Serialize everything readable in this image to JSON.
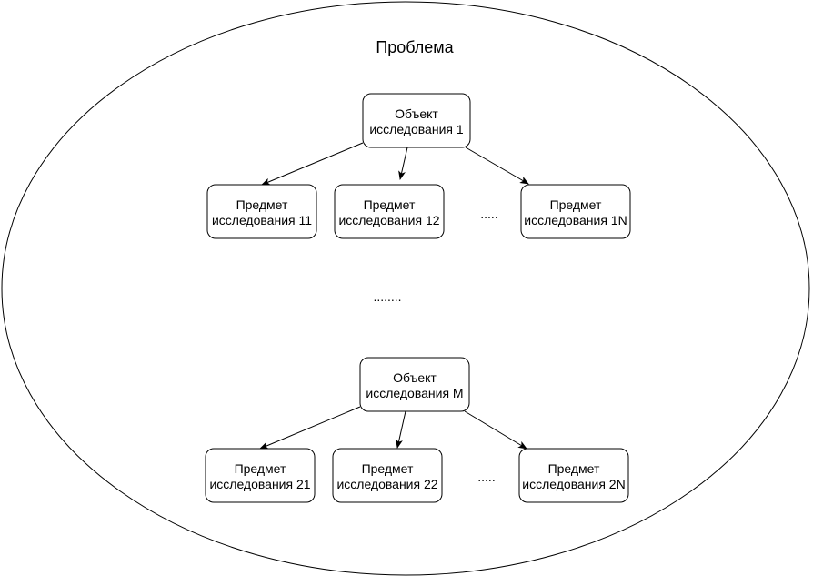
{
  "diagram": {
    "title": "Проблема",
    "objects": [
      {
        "lines": [
          "Объект",
          "исследования 1"
        ],
        "subjects": [
          [
            "Предмет",
            "исследования 11"
          ],
          [
            "Предмет",
            "исследования 12"
          ],
          [
            "Предмет",
            "исследования 1N"
          ]
        ],
        "ellipsis": "....."
      },
      {
        "lines": [
          "Объект",
          "исследования M"
        ],
        "subjects": [
          [
            "Предмет",
            "исследования 21"
          ],
          [
            "Предмет",
            "исследования 22"
          ],
          [
            "Предмет",
            "исследования 2N"
          ]
        ],
        "ellipsis": "....."
      }
    ],
    "middle_ellipsis": "........"
  }
}
